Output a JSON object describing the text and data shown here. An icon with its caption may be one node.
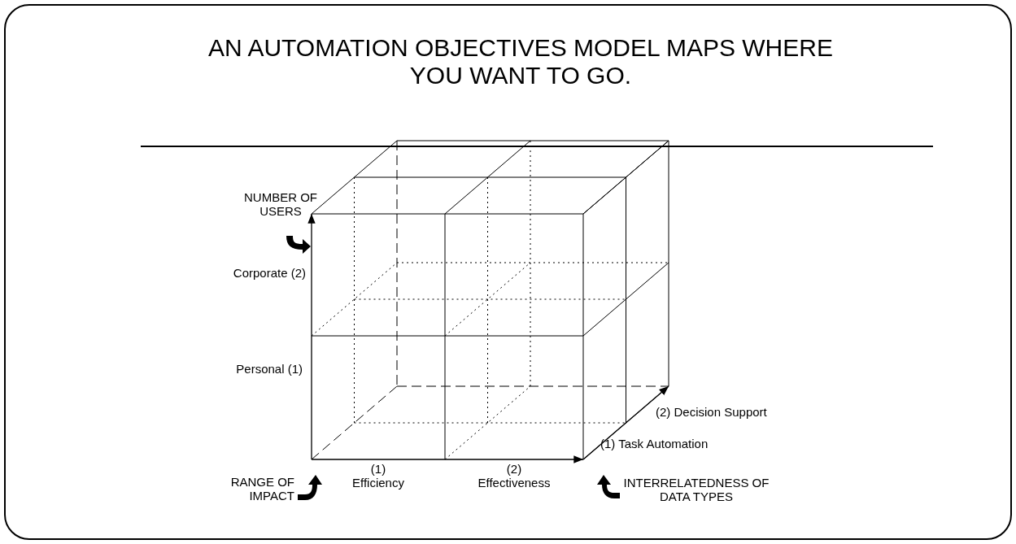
{
  "diagram": {
    "title": "AN AUTOMATION OBJECTIVES MODEL MAPS WHERE YOU WANT TO GO.",
    "labels": [
      "NUMBER OF USERS",
      "Corporate (2)",
      "Personal (1)",
      "RANGE OF IMPACT",
      "(1) Efficiency",
      "(2) Effectiveness",
      "INTERRELATEDNESS OF DATA TYPES",
      "(2) Decision Support",
      "(1) Task Automation"
    ]
  }
}
